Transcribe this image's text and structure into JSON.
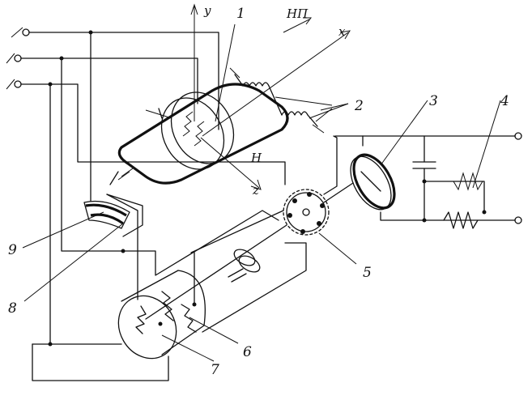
{
  "labels": {
    "l1": "1",
    "l2": "2",
    "l3": "3",
    "l4": "4",
    "l5": "5",
    "l6": "6",
    "l7": "7",
    "l8": "8",
    "l9": "9"
  },
  "axes": {
    "y": "y",
    "x": "x",
    "z": "z",
    "H": "H",
    "np": "НП"
  },
  "colors": {
    "ink": "#111111",
    "paper": "#ffffff"
  }
}
